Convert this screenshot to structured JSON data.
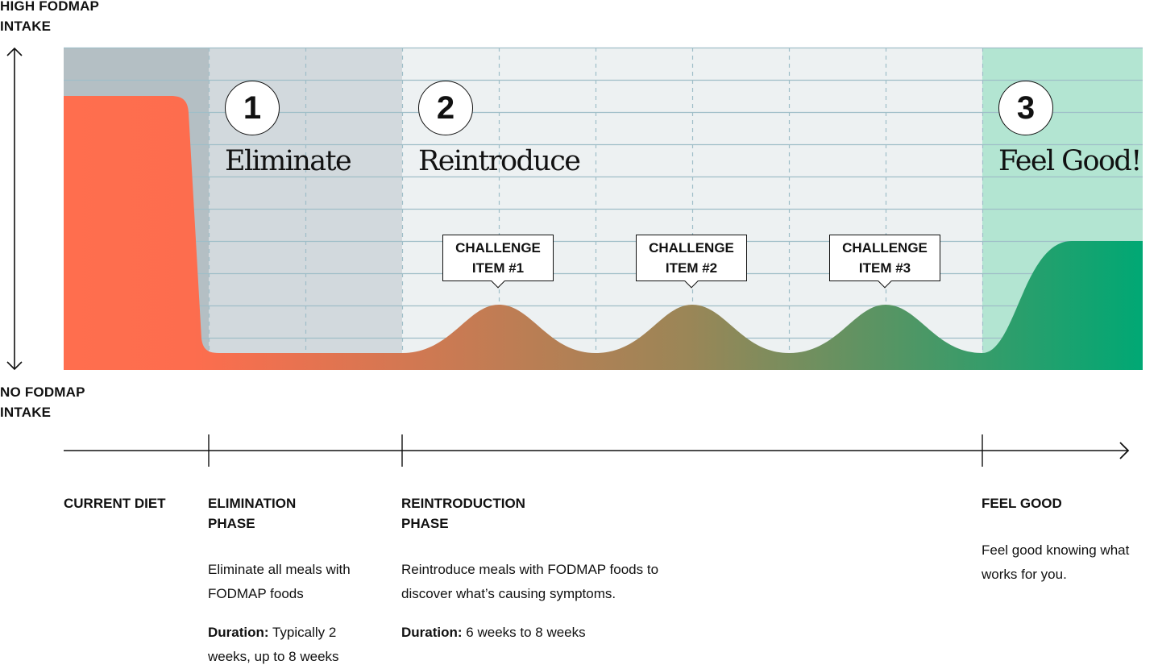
{
  "axis": {
    "high_label": "HIGH FODMAP\nINTAKE",
    "low_label": "NO FODMAP\nINTAKE"
  },
  "phases": [
    {
      "number": "1",
      "title": "Eliminate"
    },
    {
      "number": "2",
      "title": "Reintroduce"
    },
    {
      "number": "3",
      "title": "Feel Good!"
    }
  ],
  "callouts": [
    {
      "label": "CHALLENGE\nITEM #1"
    },
    {
      "label": "CHALLENGE\nITEM #2"
    },
    {
      "label": "CHALLENGE\nITEM #3"
    }
  ],
  "timeline": [
    {
      "heading": "CURRENT DIET"
    },
    {
      "heading": "ELIMINATION\nPHASE",
      "description": "Eliminate all meals with FODMAP foods",
      "duration_label": "Duration:",
      "duration_value": "Typically 2 weeks, up to 8 weeks"
    },
    {
      "heading": "REINTRODUCTION\nPHASE",
      "description": "Reintroduce meals with FODMAP foods to discover what’s causing symptoms.",
      "duration_label": "Duration:",
      "duration_value": "6 weeks to 8 weeks"
    },
    {
      "heading": "FEEL GOOD",
      "description": "Feel good knowing what works for you."
    }
  ],
  "colors": {
    "current_bg": "#b4bfc4",
    "eliminate_bg": "#d2d9dd",
    "reintroduce_bg": "#edf1f2",
    "feelgood_bg": "#b3e5d2",
    "grid_line": "#9fbec8",
    "curve_start": "#ff6e4e",
    "curve_mid": "#9a8657",
    "curve_end": "#00a874"
  }
}
